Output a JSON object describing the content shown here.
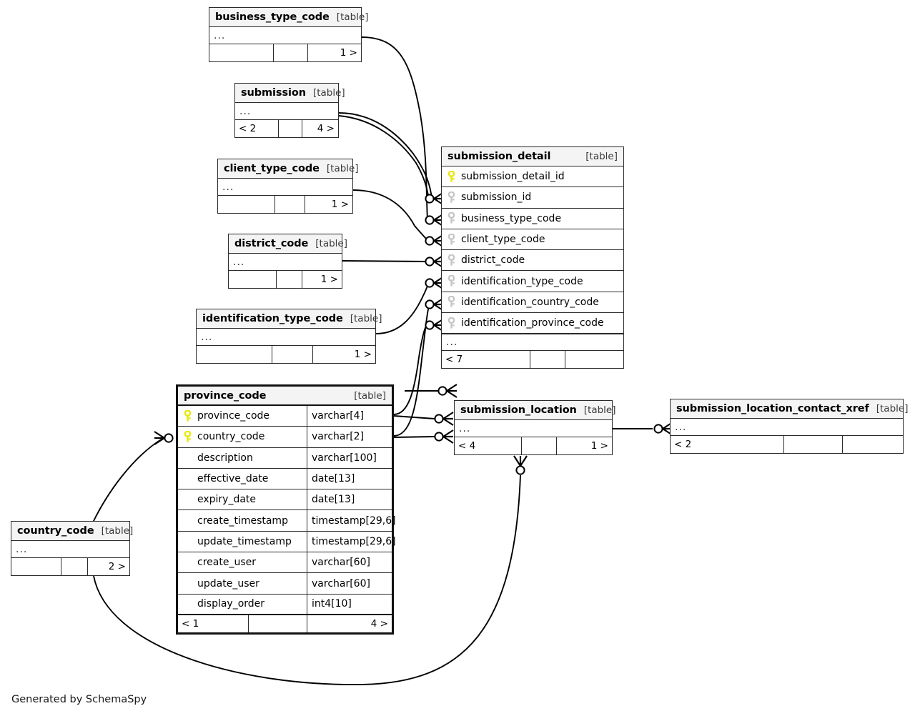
{
  "diagram": {
    "title": "SchemaSpy relationships diagram",
    "credit": "Generated by SchemaSpy",
    "table_tag": "[table]",
    "ellipsis": "...",
    "pk_icon": "key-icon",
    "fk_icon": "key-icon-grey",
    "colors": {
      "pk_key": "#e8e80c",
      "fk_key": "#c6c6c6",
      "header_bg": "#f4f4f4",
      "border": "#2b2b2b",
      "edge": "#000000"
    }
  },
  "tables": [
    {
      "id": "business_type_code",
      "name": "business_type_code",
      "tag": "[table]",
      "body": "...",
      "footer": [
        "",
        "",
        "1 >"
      ]
    },
    {
      "id": "submission",
      "name": "submission",
      "tag": "[table]",
      "body": "...",
      "footer": [
        "< 2",
        "",
        "4 >"
      ]
    },
    {
      "id": "client_type_code",
      "name": "client_type_code",
      "tag": "[table]",
      "body": "...",
      "footer": [
        "",
        "",
        "1 >"
      ]
    },
    {
      "id": "district_code",
      "name": "district_code",
      "tag": "[table]",
      "body": "...",
      "footer": [
        "",
        "",
        "1 >"
      ]
    },
    {
      "id": "identification_type_code",
      "name": "identification_type_code",
      "tag": "[table]",
      "body": "...",
      "footer": [
        "",
        "",
        "1 >"
      ]
    },
    {
      "id": "submission_detail",
      "name": "submission_detail",
      "tag": "[table]",
      "columns": [
        {
          "name": "submission_detail_id",
          "key": "pk"
        },
        {
          "name": "submission_id",
          "key": "fk"
        },
        {
          "name": "business_type_code",
          "key": "fk"
        },
        {
          "name": "client_type_code",
          "key": "fk"
        },
        {
          "name": "district_code",
          "key": "fk"
        },
        {
          "name": "identification_type_code",
          "key": "fk"
        },
        {
          "name": "identification_country_code",
          "key": "fk"
        },
        {
          "name": "identification_province_code",
          "key": "fk"
        }
      ],
      "body": "...",
      "footer": [
        "< 7",
        "",
        ""
      ]
    },
    {
      "id": "province_code",
      "name": "province_code",
      "tag": "[table]",
      "columns": [
        {
          "name": "province_code",
          "type": "varchar[4]",
          "key": "pk"
        },
        {
          "name": "country_code",
          "type": "varchar[2]",
          "key": "pk"
        },
        {
          "name": "description",
          "type": "varchar[100]",
          "key": "none"
        },
        {
          "name": "effective_date",
          "type": "date[13]",
          "key": "none"
        },
        {
          "name": "expiry_date",
          "type": "date[13]",
          "key": "none"
        },
        {
          "name": "create_timestamp",
          "type": "timestamp[29,6]",
          "key": "none"
        },
        {
          "name": "update_timestamp",
          "type": "timestamp[29,6]",
          "key": "none"
        },
        {
          "name": "create_user",
          "type": "varchar[60]",
          "key": "none"
        },
        {
          "name": "update_user",
          "type": "varchar[60]",
          "key": "none"
        },
        {
          "name": "display_order",
          "type": "int4[10]",
          "key": "none"
        }
      ],
      "footer": [
        "< 1",
        "",
        "4 >"
      ]
    },
    {
      "id": "submission_location",
      "name": "submission_location",
      "tag": "[table]",
      "body": "...",
      "footer": [
        "< 4",
        "",
        "1 >"
      ]
    },
    {
      "id": "submission_location_contact_xref",
      "name": "submission_location_contact_xref",
      "tag": "[table]",
      "body": "...",
      "footer": [
        "< 2",
        "",
        ""
      ]
    },
    {
      "id": "country_code",
      "name": "country_code",
      "tag": "[table]",
      "body": "...",
      "footer": [
        "",
        "",
        "2 >"
      ]
    }
  ],
  "relationships": [
    {
      "from": "business_type_code",
      "to": "submission_detail.business_type_code"
    },
    {
      "from": "submission",
      "to": "submission_detail.submission_id"
    },
    {
      "from": "client_type_code",
      "to": "submission_detail.client_type_code"
    },
    {
      "from": "district_code",
      "to": "submission_detail.district_code"
    },
    {
      "from": "identification_type_code",
      "to": "submission_detail.identification_type_code"
    },
    {
      "from": "province_code",
      "to": "submission_detail.identification_country_code"
    },
    {
      "from": "province_code",
      "to": "submission_detail.identification_province_code"
    },
    {
      "from": "province_code",
      "to": "submission_location"
    },
    {
      "from": "country_code",
      "to": "province_code.country_code"
    },
    {
      "from": "country_code",
      "to": "submission_location"
    },
    {
      "from": "submission_location",
      "to": "submission_location_contact_xref"
    }
  ]
}
